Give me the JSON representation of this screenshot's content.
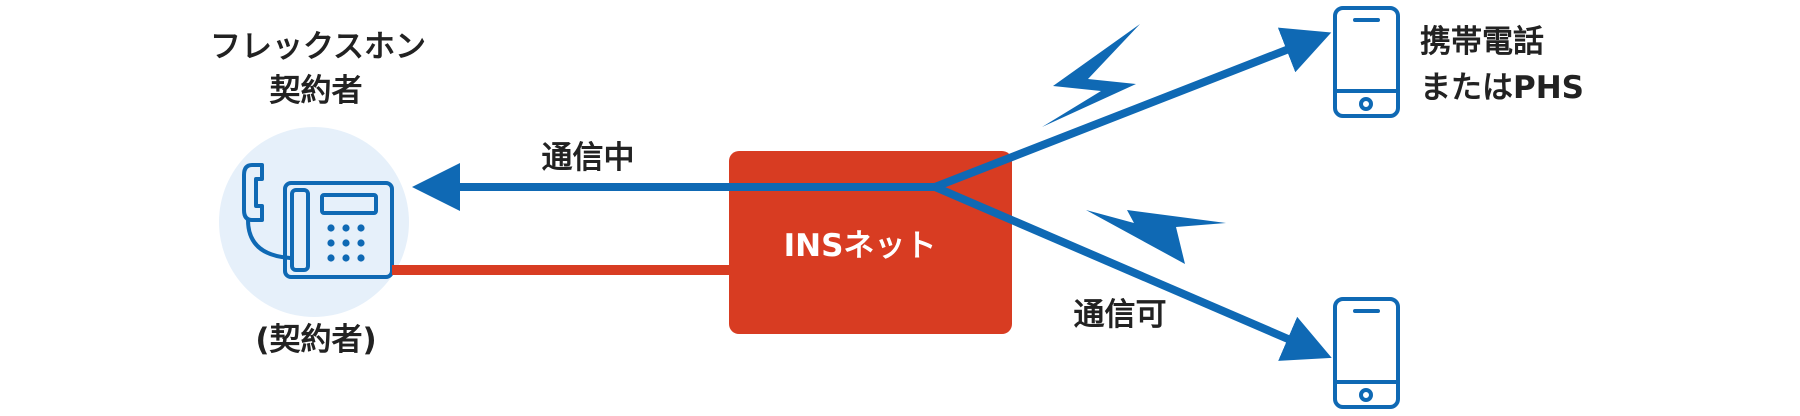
{
  "subscriber": {
    "title_line1": "フレックスホン",
    "title_line2": "契約者",
    "caption": "(契約者)",
    "phone_icon": "desk-phone-icon"
  },
  "network": {
    "label": "INSネット"
  },
  "links": {
    "active_label": "通信中",
    "available_label": "通信可"
  },
  "mobile": {
    "label_line1": "携帯電話",
    "label_line2": "またはPHS",
    "icon": "smartphone-icon"
  },
  "colors": {
    "network_red": "#D83C22",
    "link_blue": "#0F69B4",
    "circle_bg": "#E6F0FA"
  }
}
